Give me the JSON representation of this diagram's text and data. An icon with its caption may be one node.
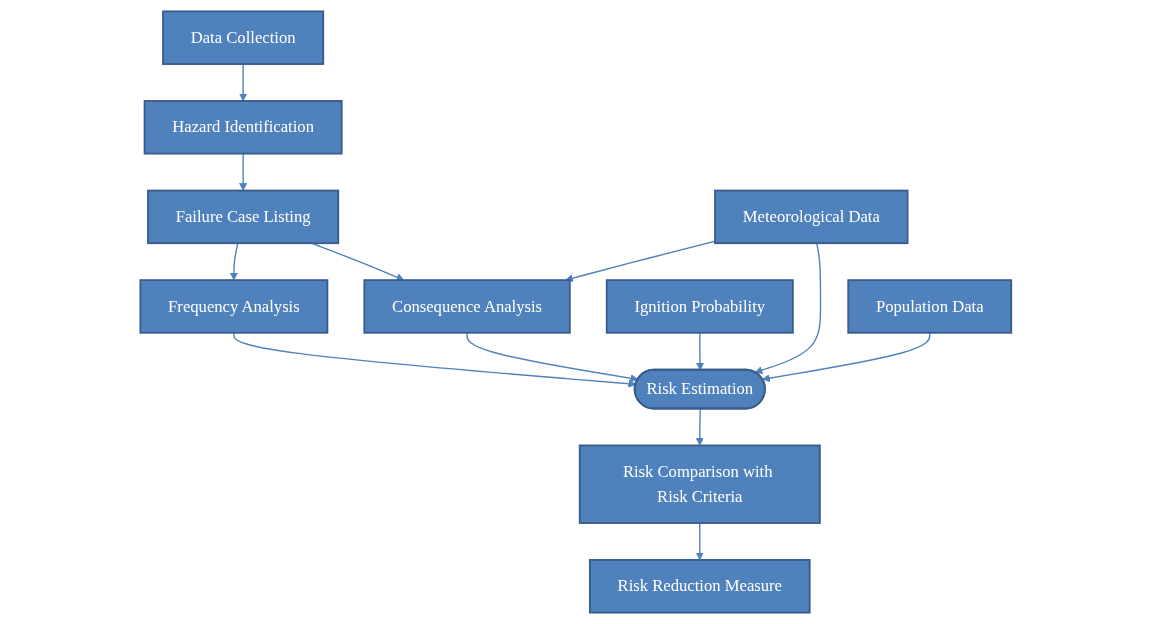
{
  "diagram": {
    "nodes": [
      {
        "text": [
          "Data Collection"
        ]
      },
      {
        "text": [
          "Hazard Identification"
        ]
      },
      {
        "text": [
          "Failure Case Listing"
        ]
      },
      {
        "text": [
          "Frequency Analysis"
        ]
      },
      {
        "text": [
          "Consequence Analysis"
        ]
      },
      {
        "text": [
          "Ignition Probability"
        ]
      },
      {
        "text": [
          "Risk Estimation"
        ]
      },
      {
        "text": [
          "Meteorological Data"
        ]
      },
      {
        "text": [
          "Population Data"
        ]
      },
      {
        "text": [
          "Risk Comparison with Risk Criteria"
        ]
      },
      {
        "text": [
          "Risk Reduction Measure"
        ]
      }
    ],
    "edges": [
      {
        "from": 0,
        "to": 1,
        "arrow": "to"
      },
      {
        "from": 1,
        "to": 2,
        "arrow": "to"
      },
      {
        "from": 2,
        "to": 3,
        "arrow": "to"
      },
      {
        "from": 2,
        "to": 4,
        "arrow": "to"
      },
      {
        "from": 3,
        "to": 6,
        "arrow": "to"
      },
      {
        "from": 4,
        "to": 6,
        "arrow": "to"
      },
      {
        "from": 5,
        "to": 6,
        "arrow": "to"
      },
      {
        "from": 7,
        "to": 4,
        "arrow": "to"
      },
      {
        "from": 7,
        "to": 6,
        "arrow": "to"
      },
      {
        "from": 8,
        "to": 6,
        "arrow": "to"
      },
      {
        "from": 6,
        "to": 9,
        "arrow": "to"
      },
      {
        "from": 9,
        "to": 10,
        "arrow": "to"
      }
    ]
  }
}
